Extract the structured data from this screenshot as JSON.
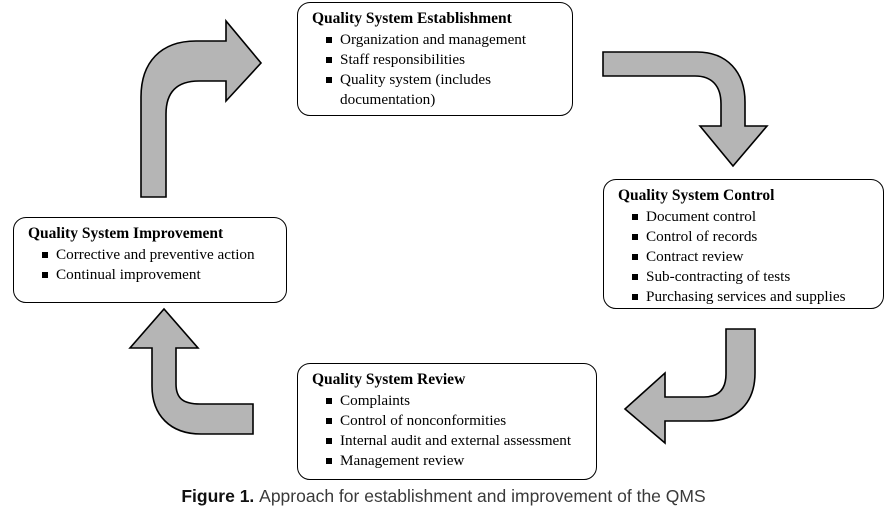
{
  "figure": {
    "caption_label": "Figure 1.",
    "caption_text": "Approach for establishment and improvement of the QMS"
  },
  "style": {
    "arrow_fill": "#b5b5b5",
    "arrow_stroke": "#000000",
    "box_stroke": "#000000",
    "box_fill": "#ffffff",
    "text_color": "#000000",
    "caption_color": "#3a3a3a"
  },
  "nodes": [
    {
      "id": "quality-system-establishment",
      "title": "Quality System Establishment",
      "items": [
        "Organization and management",
        "Staff responsibilities",
        "Quality system (includes documentation)"
      ]
    },
    {
      "id": "quality-system-control",
      "title": "Quality System Control",
      "items": [
        "Document control",
        "Control of records",
        "Contract review",
        "Sub-contracting of tests",
        "Purchasing services and supplies"
      ]
    },
    {
      "id": "quality-system-review",
      "title": "Quality System Review",
      "items": [
        "Complaints",
        "Control of nonconformities",
        "Internal audit and external assessment",
        "Management review"
      ]
    },
    {
      "id": "quality-system-improvement",
      "title": "Quality System Improvement",
      "items": [
        "Corrective and preventive action",
        "Continual improvement"
      ]
    }
  ],
  "arrows": [
    {
      "id": "arrow-establishment-to-control",
      "from": "quality-system-establishment",
      "to": "quality-system-control",
      "direction": "right-then-down"
    },
    {
      "id": "arrow-control-to-review",
      "from": "quality-system-control",
      "to": "quality-system-review",
      "direction": "down-then-left"
    },
    {
      "id": "arrow-review-to-improvement",
      "from": "quality-system-review",
      "to": "quality-system-improvement",
      "direction": "left-then-up"
    },
    {
      "id": "arrow-improvement-to-establishment",
      "from": "quality-system-improvement",
      "to": "quality-system-establishment",
      "direction": "up-then-right"
    }
  ]
}
